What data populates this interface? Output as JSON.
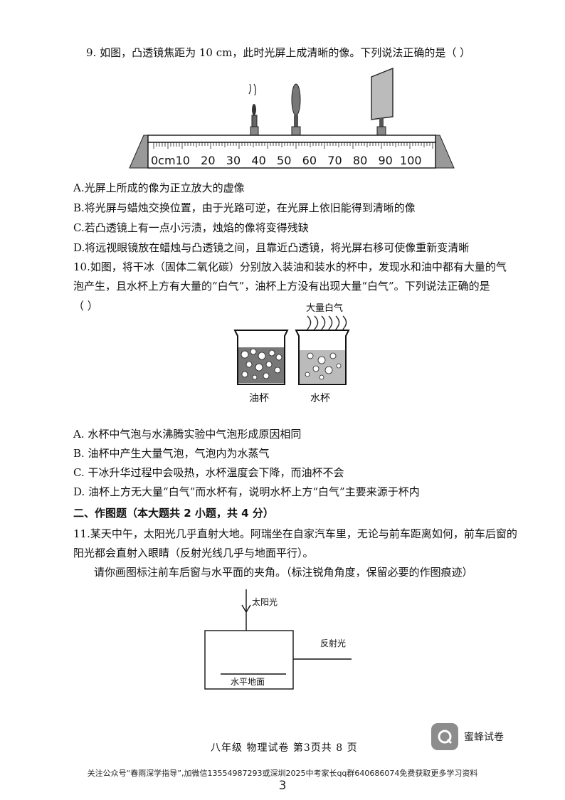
{
  "q9": {
    "stem": "9. 如图，凸透镜焦距为 10 cm，此时光屏上成清晰的像。下列说法正确的是（     ）",
    "ruler_label": "0cm10   20   30   40   50   60   70   80   90  100",
    "options": [
      "A.光屏上所成的像为正立放大的虚像",
      "B.将光屏与蜡烛交换位置，由于光路可逆，在光屏上依旧能得到清晰的像",
      "C.若凸透镜上有一点小污渍，烛焰的像将变得残缺",
      "D.将远视眼镜放在蜡烛与凸透镜之间，且靠近凸透镜，将光屏右移可使像重新变清晰"
    ]
  },
  "q10": {
    "stem_line1": "10.如图，将干冰（固体二氧化碳）分别放入装油和装水的杯中，发现水和油中都有大量的气",
    "stem_line2": "泡产生，且水杯上方有大量的“白气”，油杯上方没有出现大量“白气”。下列说法正确的是",
    "stem_line3": "（     ）",
    "label_fog": "大量白气",
    "label_oil_cup": "油杯",
    "label_water_cup": "水杯",
    "options": [
      "A. 水杯中气泡与水沸腾实验中气泡形成原因相同",
      "B. 油杯中产生大量气泡，气泡内为水蒸气",
      "C. 干冰升华过程中会吸热，水杯温度会下降，而油杯不会",
      "D. 油杯上方无大量“白气”而水杯有，说明水杯上方“白气”主要来源于杯内"
    ]
  },
  "section2": {
    "heading": "二、作图题（本大题共 2 小题，共 4 分）"
  },
  "q11": {
    "line1": "11.某天中午，太阳光几乎直射大地。阿瑞坐在自家汽车里，无论与前车距离如何，前车后窗的",
    "line2": "阳光都会直射入眼睛（反射光线几乎与地面平行）。",
    "line3": "请你画图标注前车后窗与水平面的夹角。（标注锐角角度，保留必要的作图痕迹）",
    "label_sunlight": "太阳光",
    "label_reflected": "反射光",
    "label_ground": "水平地面"
  },
  "footer": {
    "exam": "八年级  物理试卷   第3页共 8 页",
    "brand": "蜜蜂试卷",
    "note": "关注公众号“春雨深学指导”,加微信13554987293或深圳2025中考家长qq群640686074免费获取更多学习资料",
    "page_number": "3"
  }
}
